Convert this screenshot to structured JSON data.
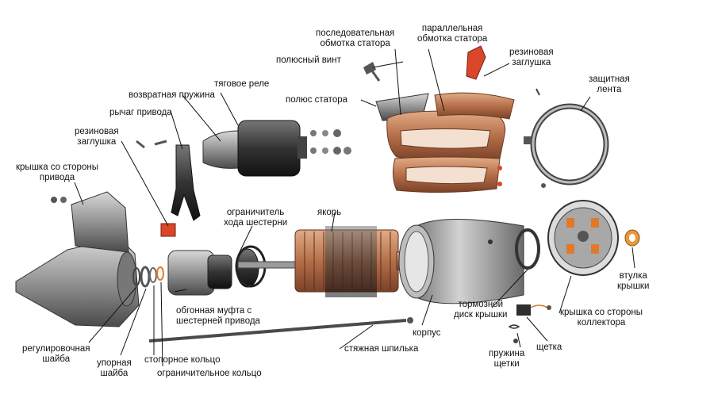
{
  "labels": {
    "series_winding": "последовательная\nобмотка статора",
    "parallel_winding": "параллельная\nобмотка статора",
    "rubber_plug_top": "резиновая\nзаглушка",
    "protective_band": "защитная\nлента",
    "pole_screw": "полюсный винт",
    "traction_relay": "тяговое реле",
    "return_spring": "возвратная пружина",
    "stator_pole": "полюс статора",
    "drive_lever": "рычаг привода",
    "rubber_plug_left": "резиновая\nзаглушка",
    "drive_side_cover": "крышка со стороны\nпривода",
    "gear_travel_limiter": "ограничитель\nхода шестерни",
    "armature": "якорь",
    "cover_bushing": "втулка\nкрышки",
    "overrunning_clutch": "обгонная муфта с\nшестерней привода",
    "brake_disc": "тормозной\nдиск крышки",
    "collector_side_cover": "крышка со стороны\nколлектора",
    "housing": "корпус",
    "adjusting_washer": "регулировочная\nшайба",
    "thrust_washer": "упорная\nшайба",
    "retaining_ring": "стопорное кольцо",
    "tie_rod": "стяжная шпилька",
    "limit_ring": "ограничительное кольцо",
    "brush": "щетка",
    "brush_spring": "пружина\nщетки"
  },
  "colors": {
    "metal": "#8c8c8c",
    "metal_dark": "#3c3c3c",
    "copper": "#b5704a",
    "rubber": "#d9472b",
    "bushing": "#e59a3c"
  }
}
